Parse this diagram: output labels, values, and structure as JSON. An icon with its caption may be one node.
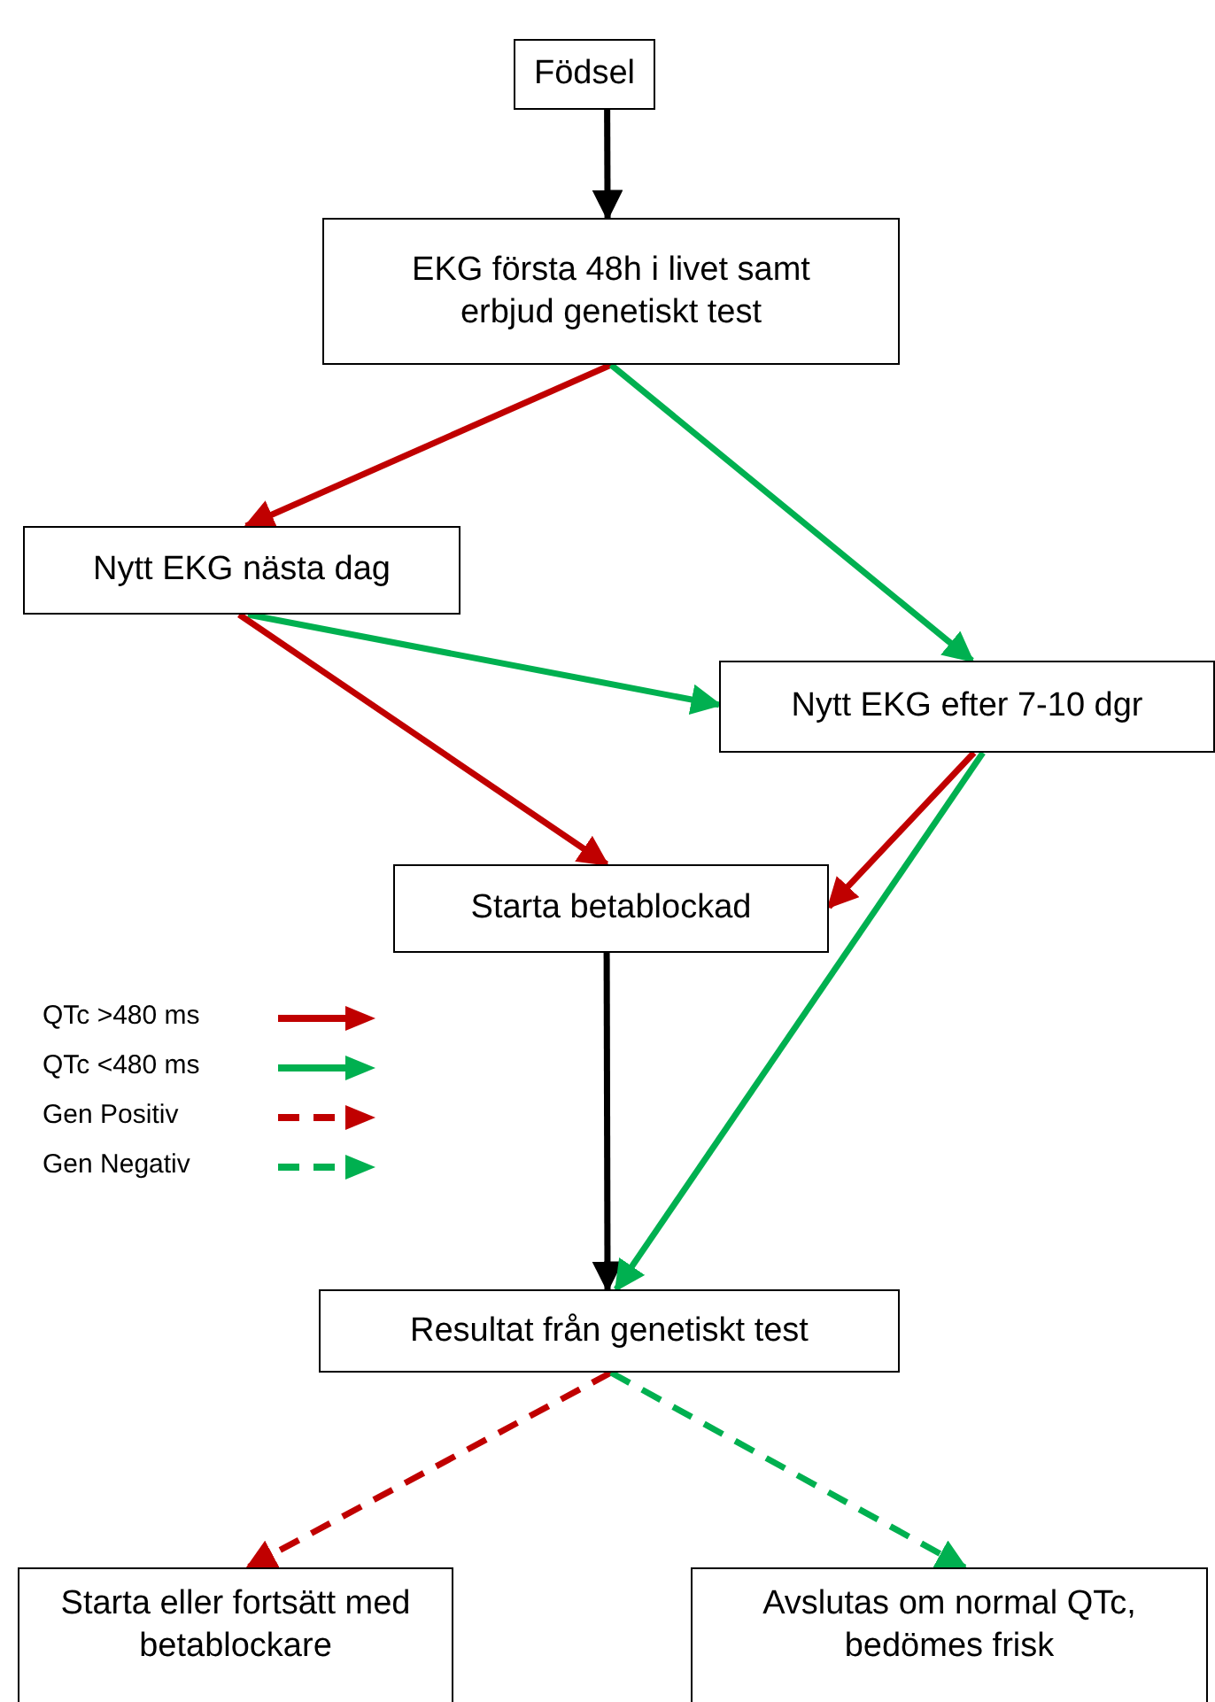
{
  "diagram": {
    "nodes": [
      {
        "text": [
          "Födsel"
        ]
      },
      {
        "text": [
          "EKG första 48h i livet samt erbjud genetiskt test"
        ]
      },
      {
        "text": [
          "Nytt EKG nästa dag"
        ]
      },
      {
        "text": [
          "Nytt EKG efter 7-10 dgr"
        ]
      },
      {
        "text": [
          "Starta betablockad"
        ]
      },
      {
        "text": [
          "Resultat från genetiskt test"
        ]
      },
      {
        "text": [
          "Starta eller fortsätt med betablockare"
        ]
      },
      {
        "text": [
          "Avslutas om normal QTc, bedömes frisk"
        ]
      }
    ],
    "edges": [
      {
        "from": 0,
        "to": 1,
        "arrow": "to",
        "color": "#000000"
      },
      {
        "from": 1,
        "to": 2,
        "arrow": "to",
        "color": "#c00000"
      },
      {
        "from": 1,
        "to": 3,
        "arrow": "to",
        "color": "#00b050"
      },
      {
        "from": 2,
        "to": 3,
        "arrow": "to",
        "color": "#00b050"
      },
      {
        "from": 2,
        "to": 4,
        "arrow": "to",
        "color": "#c00000"
      },
      {
        "from": 3,
        "to": 4,
        "arrow": "to",
        "color": "#c00000"
      },
      {
        "from": 4,
        "to": 5,
        "arrow": "to",
        "color": "#000000"
      },
      {
        "from": 3,
        "to": 5,
        "arrow": "to",
        "color": "#00b050"
      },
      {
        "from": 5,
        "to": 6,
        "arrow": "to",
        "style": "dashed",
        "color": "#c00000"
      },
      {
        "from": 5,
        "to": 7,
        "arrow": "to",
        "style": "dashed",
        "color": "#00b050"
      }
    ],
    "legend": [
      {
        "text": "QTc >480 ms"
      },
      {
        "text": "QTc <480 ms"
      },
      {
        "text": "Gen Positiv"
      },
      {
        "text": "Gen Negativ"
      }
    ]
  }
}
